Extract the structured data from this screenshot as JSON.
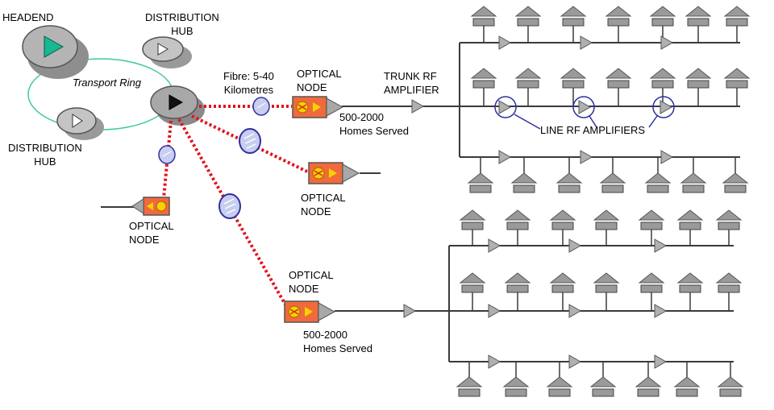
{
  "labels": {
    "headend": "HEADEND",
    "distribution_hub_top": "DISTRIBUTION\nHUB",
    "distribution_hub_bottom": "DISTRIBUTION\nHUB",
    "transport_ring": "Transport Ring",
    "fibre_distance": "Fibre: 5-40\nKilometres",
    "optical_node_1": "OPTICAL\nNODE",
    "optical_node_2": "OPTICAL\nNODE",
    "optical_node_3": "OPTICAL\nNODE",
    "optical_node_4": "OPTICAL\nNODE",
    "homes_served_1": "500-2000\nHomes Served",
    "homes_served_2": "500-2000\nHomes Served",
    "trunk_rf_amplifier": "TRUNK RF\nAMPLIFIER",
    "line_rf_amplifiers": "LINE RF AMPLIFIERS"
  },
  "colors": {
    "fibre_link": "#e0141e",
    "coax_line": "#3a3a3a",
    "ring": "#3cc8a0",
    "house_fill": "#9a9a9a",
    "node_fill": "#f06a3c",
    "node_symbol": "#f5d200",
    "amplifier_fill": "#b0b0b0",
    "splice_fill": "#c8cef0",
    "callout_circle": "#3030a0",
    "headend_arrow": "#18b890"
  },
  "icons": {
    "headend": "headend-play-icon",
    "hub": "hub-play-icon",
    "optical_node": "optical-node-icon",
    "amplifier": "rf-amplifier-icon",
    "house": "house-icon",
    "splice": "fibre-splice-icon"
  }
}
